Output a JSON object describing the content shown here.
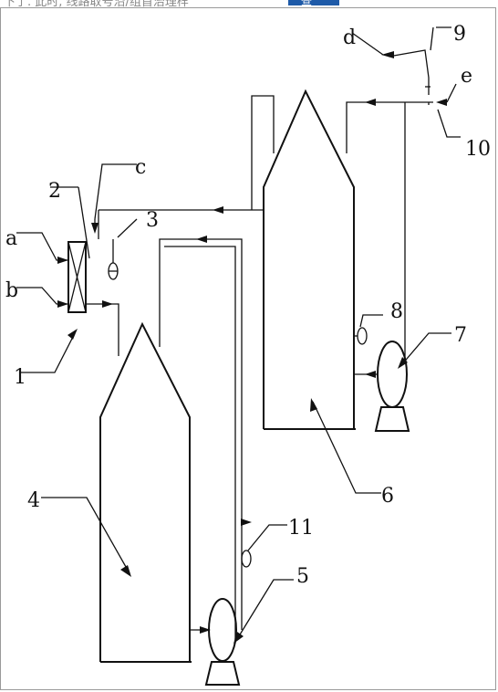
{
  "header": {
    "snippet_text": "下了. 此时, 线路取号沿/组首治理样",
    "button_label": "查"
  },
  "labels": {
    "a": "a",
    "b": "b",
    "c": "c",
    "d": "d",
    "e": "e",
    "n1": "1",
    "n2": "2",
    "n3": "3",
    "n4": "4",
    "n5": "5",
    "n6": "6",
    "n7": "7",
    "n8": "8",
    "n9": "9",
    "n10": "10",
    "n11": "11"
  },
  "colors": {
    "line": "#111111",
    "frame": "#9a9a9a",
    "button": "#1e5aa8"
  }
}
